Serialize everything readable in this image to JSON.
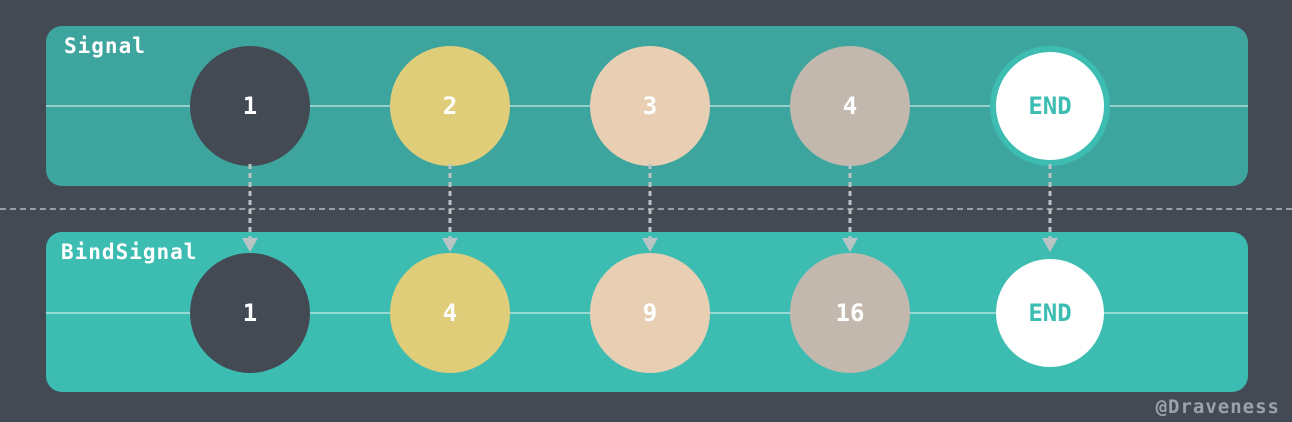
{
  "top_panel": {
    "label": "Signal",
    "nodes": [
      {
        "label": "1",
        "color": "#434a54"
      },
      {
        "label": "2",
        "color": "#e0cd7a"
      },
      {
        "label": "3",
        "color": "#e8cfb4"
      },
      {
        "label": "4",
        "color": "#c2b8ae"
      },
      {
        "label": "END",
        "color": "#ffffff",
        "text_color": "#3dbdb2"
      }
    ]
  },
  "bottom_panel": {
    "label": "BindSignal",
    "nodes": [
      {
        "label": "1",
        "color": "#434a54"
      },
      {
        "label": "4",
        "color": "#e0cd7a"
      },
      {
        "label": "9",
        "color": "#e8cfb4"
      },
      {
        "label": "16",
        "color": "#c2b8ae"
      },
      {
        "label": "END",
        "color": "#ffffff",
        "text_color": "#3dbdb2"
      }
    ]
  },
  "watermark": "@Draveness",
  "colors": {
    "background": "#434a54",
    "signal_panel": "#3ea49e",
    "bind_panel": "#3dbdb2",
    "arrow": "#b8c4c4"
  }
}
